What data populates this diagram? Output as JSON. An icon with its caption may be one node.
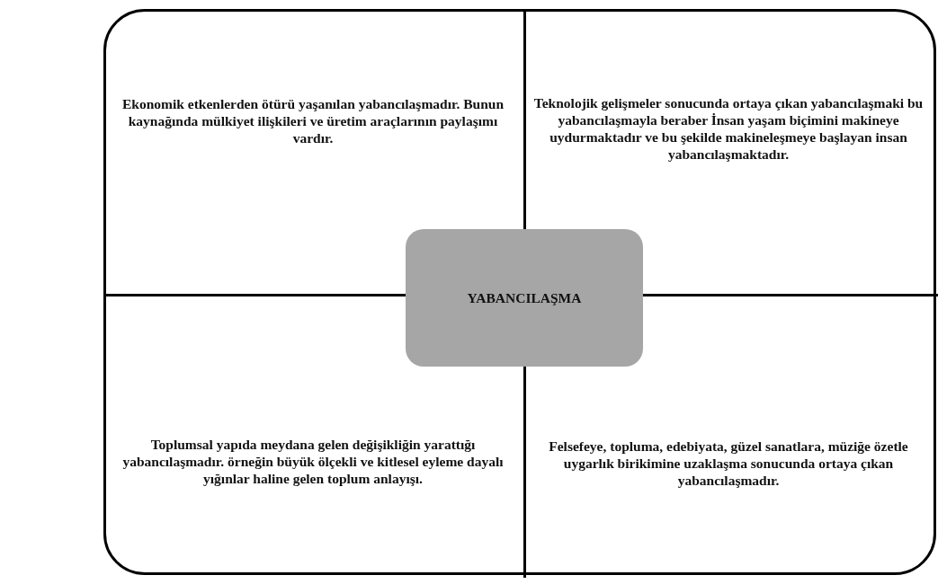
{
  "diagram": {
    "nodes": [
      {
        "text": [],
        "shape": "box"
      },
      {
        "text": [
          "Ekonomik etkenlerden ötürü yaşanılan yabancılaşmadır. Bunun kaynağında mülkiyet ilişkileri ve üretim araçlarının paylaşımı vardır."
        ],
        "in": 0
      },
      {
        "text": [
          "Teknolojik gelişmeler sonucunda ortaya çıkan yabancılaşmaki bu yabancılaşmayla beraber İnsan yaşam biçimini makineye uydurmaktadır ve bu şekilde makineleşmeye başlayan insan yabancılaşmaktadır."
        ],
        "in": 0
      },
      {
        "text": [
          "YABANCILAŞMA"
        ],
        "in": 0
      },
      {
        "text": [
          "Toplumsal yapıda meydana gelen değişikliğin yarattığı yabancılaşmadır. örneğin büyük ölçekli ve kitlesel eyleme dayalı yığınlar haline gelen toplum anlayışı."
        ],
        "in": 0
      },
      {
        "text": [
          "Felsefeye, topluma, edebiyata, güzel sanatlara, müziğe özetle uygarlık birikimine uzaklaşma sonucunda ortaya çıkan yabancılaşmadır."
        ],
        "in": 0
      }
    ]
  }
}
